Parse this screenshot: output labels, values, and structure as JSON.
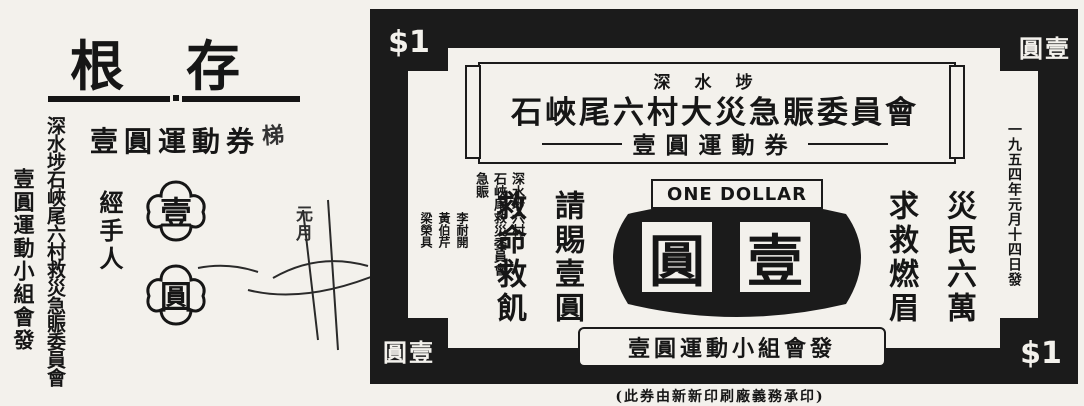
{
  "stub": {
    "title": "根存",
    "subtitle": "壹圓運動券",
    "col1": "深水埗石峽尾六村救災急賑委員會",
    "col2": "壹圓運動小組會發",
    "handler_label": "經手人",
    "flower1": "壹",
    "flower2": "圓",
    "signature": "梯",
    "handwritten_date": "元月"
  },
  "note": {
    "corner_tl": "$1",
    "corner_tr": "圓壹",
    "corner_bl": "圓壹",
    "corner_br": "$1",
    "banner_place": "深水埗",
    "banner_title": "石峽尾六村大災急賑委員會",
    "banner_subtitle": "壹圓運動券",
    "left_small_cols": [
      "深水埗六村",
      "石峽尾救災委員會",
      "急賑",
      "李耐開",
      "黃伯芹",
      "梁榮具"
    ],
    "left_big_cols": [
      "請賜壹圓",
      "救命救飢"
    ],
    "right_big_cols": [
      "災民六萬",
      "求救燃眉"
    ],
    "right_date": "一九五四年元月十四日發",
    "one_dollar": "ONE DOLLAR",
    "big_left": "圓",
    "big_right": "壹",
    "bottom_bar": "壹圓運動小組會發",
    "printer_note": "(此券由新新印刷廠義務承印)"
  }
}
